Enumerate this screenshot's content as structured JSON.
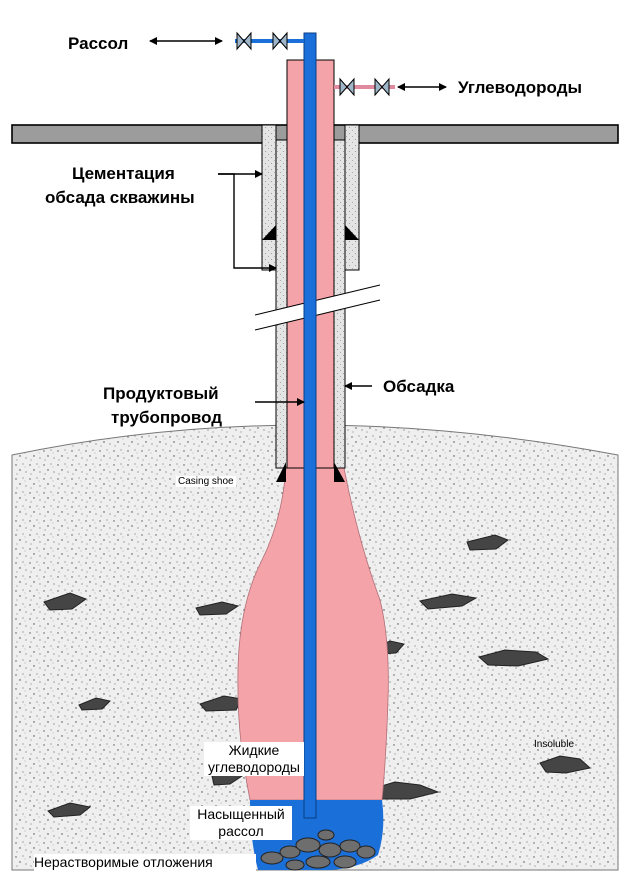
{
  "labels": {
    "brine": "Рассол",
    "hydrocarbons": "Углеводороды",
    "cementing": "Цементация",
    "well_casing": "обсада скважины",
    "product_pipe_1": "Продуктовый",
    "product_pipe_2": "трубопровод",
    "casing": "Обсадка",
    "casing_shoe": "Casing shoe",
    "insoluble": "Insoluble",
    "liquid_hc_1": "Жидкие",
    "liquid_hc_2": "углеводороды",
    "saturated_brine_1": "Насыщенный",
    "saturated_brine_2": "рассол",
    "insoluble_deposits": "Нерастворимые отложения"
  },
  "colors": {
    "hydrocarbon_pink": "#f4a3a8",
    "brine_blue": "#1a6fd8",
    "sand": "#efefef",
    "rock": "#444444",
    "cement": "#e4e4e4",
    "valve": "#9fb6c9"
  }
}
